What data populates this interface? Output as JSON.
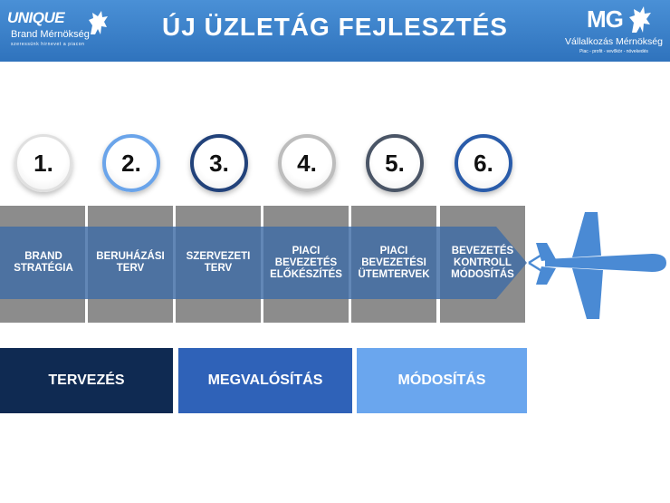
{
  "header": {
    "title": "ÚJ ÜZLETÁG FEJLESZTÉS",
    "logo_left": {
      "word": "UNIQUE",
      "subtitle": "Brand Mérnökség",
      "tagline": "szeressünk hirnevet a piacon"
    },
    "logo_right": {
      "word": "MG",
      "subtitle": "Vállalkozás Mérnökség",
      "tagline": "Piac - profit - vevőkör - növekedés"
    }
  },
  "steps": [
    {
      "number": "1.",
      "label": "BRAND\nSTRATÉGIA"
    },
    {
      "number": "2.",
      "label": "BERUHÁZÁSI\nTERV"
    },
    {
      "number": "3.",
      "label": "SZERVEZETI\nTERV"
    },
    {
      "number": "4.",
      "label": "PIACI\nBEVEZETÉS\nELŐKÉSZÍTÉS"
    },
    {
      "number": "5.",
      "label": "PIACI\nBEVEZETÉSI\nÜTEMTERVEK"
    },
    {
      "number": "6.",
      "label": "BEVEZETÉS\nKONTROLL\nMÓDOSÍTÁS"
    }
  ],
  "phases": [
    {
      "label": "TERVEZÉS",
      "color": "#0f2a52"
    },
    {
      "label": "MEGVALÓSÍTÁS",
      "color": "#2f62b8"
    },
    {
      "label": "MÓDOSÍTÁS",
      "color": "#6aa6ee"
    }
  ],
  "colors": {
    "header": "#3b82cc",
    "arrow": "#3f6ca6",
    "plane": "#4a8ad4",
    "band": "#8c8c8c"
  }
}
